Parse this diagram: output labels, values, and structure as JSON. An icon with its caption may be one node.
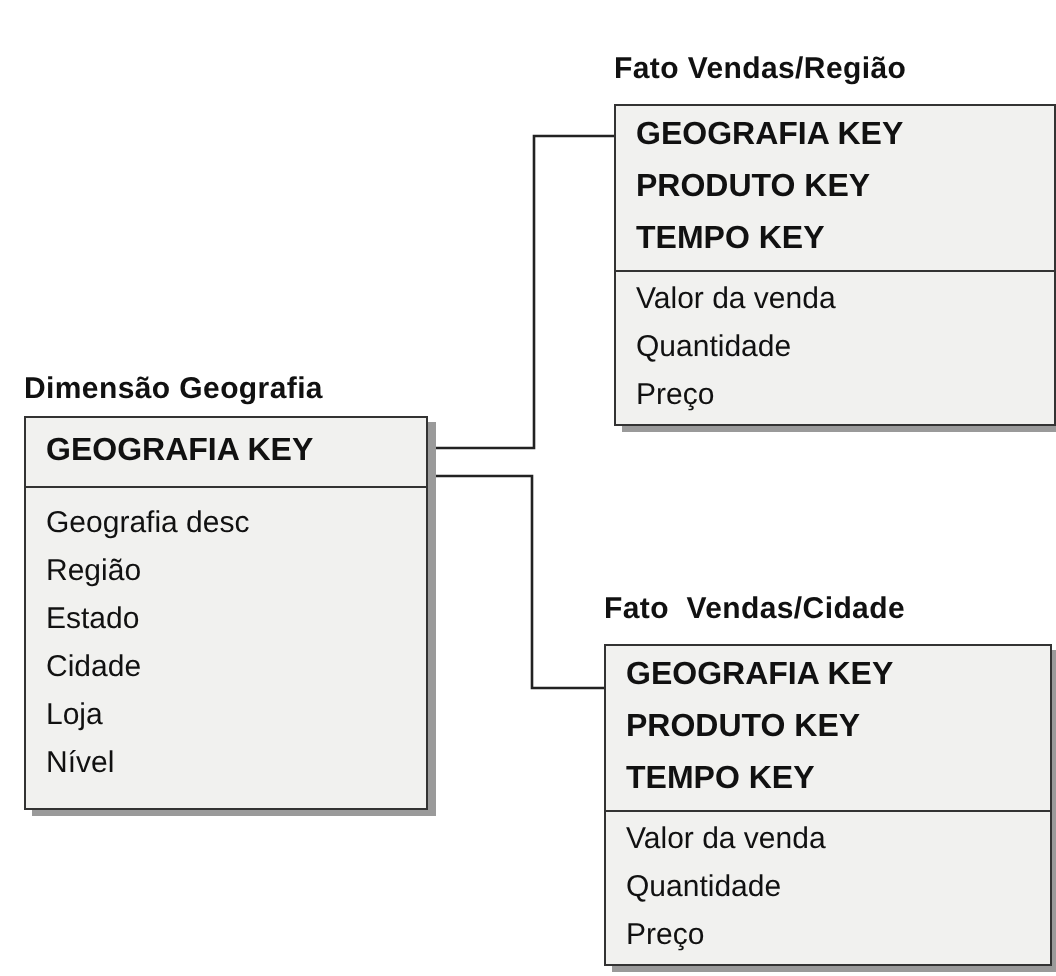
{
  "diagram": {
    "nodes": [
      {
        "text": [
          "Dimensão Geografia"
        ]
      },
      {
        "text": [
          "GEOGRAFIA KEY"
        ],
        "in": 0
      },
      {
        "text": [
          "Geografia desc",
          "Região",
          "Estado",
          "Cidade",
          "Loja",
          "Nível"
        ],
        "in": 0
      },
      {
        "text": [
          "Fato Vendas/Região"
        ]
      },
      {
        "text": [
          "GEOGRAFIA KEY",
          "PRODUTO KEY",
          "TEMPO KEY"
        ],
        "in": 3
      },
      {
        "text": [
          "Valor da venda",
          "Quantidade",
          "Preço"
        ],
        "in": 3
      },
      {
        "text": [
          "Fato  Vendas/Cidade"
        ]
      },
      {
        "text": [
          "GEOGRAFIA KEY",
          "PRODUTO KEY",
          "TEMPO KEY"
        ],
        "in": 6
      },
      {
        "text": [
          "Valor da venda",
          "Quantidade",
          "Preço"
        ],
        "in": 6
      }
    ],
    "edges": [
      {
        "from": 1,
        "to": 4,
        "arrow": "none"
      },
      {
        "from": 1,
        "to": 7,
        "arrow": "none"
      }
    ]
  }
}
